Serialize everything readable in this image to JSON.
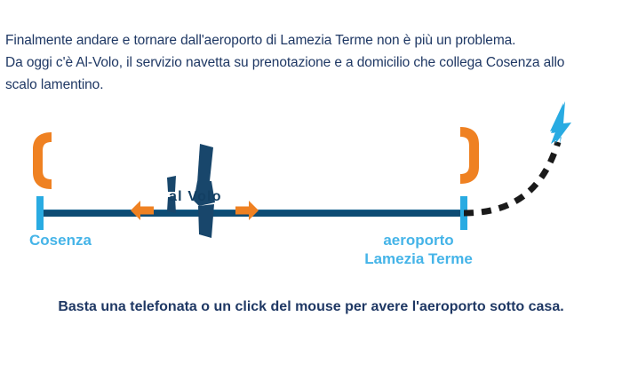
{
  "intro": {
    "lines": [
      "Finalmente andare e tornare dall'aeroporto di Lamezia Terme non è più un problema.",
      "Da oggi c'è Al-Volo, il servizio navetta su prenotazione e a domicilio che collega Cosenza allo",
      "scalo lamentino."
    ]
  },
  "diagram": {
    "logo": {
      "wordmark": "al Volo",
      "plane_icon": "airplane-icon"
    },
    "origin": {
      "label": "Cosenza",
      "tick_icon": "route-tick-icon",
      "phone_icon": "telephone-handset-icon"
    },
    "destination": {
      "label_line1": "aeroporto",
      "label_line2": "Lamezia Terme",
      "tick_icon": "route-tick-icon",
      "phone_icon": "telephone-handset-icon"
    },
    "arrows": {
      "left_icon": "arrow-left-icon",
      "right_icon": "arrow-right-icon",
      "takeoff_icon": "takeoff-arrow-icon"
    }
  },
  "tagline": {
    "text": "Basta una telefonata o un click del mouse per avere l'aeroporto sotto casa."
  },
  "colors": {
    "text_navy": "#1F3864",
    "line_navy": "#0E4C74",
    "accent_orange": "#EF8122",
    "accent_cyan": "#29ABE2",
    "label_blue": "#45B4E8",
    "logo_navy": "#133F63",
    "dash_black": "#1A1A1A",
    "background": "#FFFFFF"
  }
}
